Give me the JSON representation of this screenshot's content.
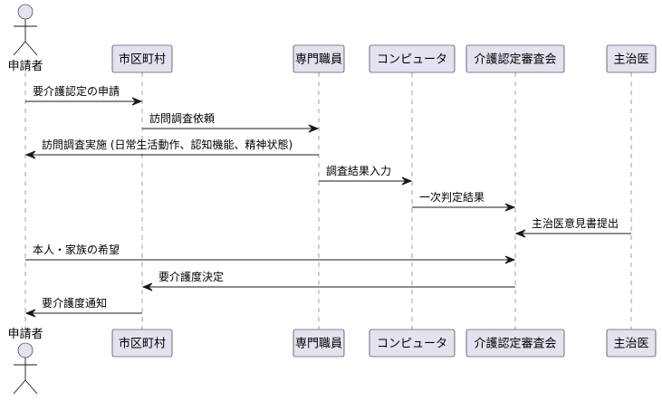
{
  "diagram": {
    "type": "sequence",
    "colors": {
      "participant_fill": "#E2E2F0",
      "border": "#181818",
      "lifeline": "#A0A0A0",
      "arrow": "#181818"
    },
    "participants": [
      {
        "id": "applicant",
        "label": "申請者",
        "kind": "actor"
      },
      {
        "id": "municipality",
        "label": "市区町村",
        "kind": "participant"
      },
      {
        "id": "specialist",
        "label": "専門職員",
        "kind": "participant"
      },
      {
        "id": "computer",
        "label": "コンピュータ",
        "kind": "participant"
      },
      {
        "id": "committee",
        "label": "介護認定審査会",
        "kind": "participant"
      },
      {
        "id": "doctor",
        "label": "主治医",
        "kind": "participant"
      }
    ],
    "messages": [
      {
        "from": "applicant",
        "to": "municipality",
        "label": "要介護認定の申請"
      },
      {
        "from": "municipality",
        "to": "specialist",
        "label": "訪問調査依頼"
      },
      {
        "from": "specialist",
        "to": "applicant",
        "label": "訪問調査実施 (日常生活動作、認知機能、精神状態)"
      },
      {
        "from": "specialist",
        "to": "computer",
        "label": "調査結果入力"
      },
      {
        "from": "computer",
        "to": "committee",
        "label": "一次判定結果"
      },
      {
        "from": "doctor",
        "to": "committee",
        "label": "主治医意見書提出"
      },
      {
        "from": "applicant",
        "to": "committee",
        "label": "本人・家族の希望"
      },
      {
        "from": "committee",
        "to": "municipality",
        "label": "要介護度決定"
      },
      {
        "from": "municipality",
        "to": "applicant",
        "label": "要介護度通知"
      }
    ]
  }
}
